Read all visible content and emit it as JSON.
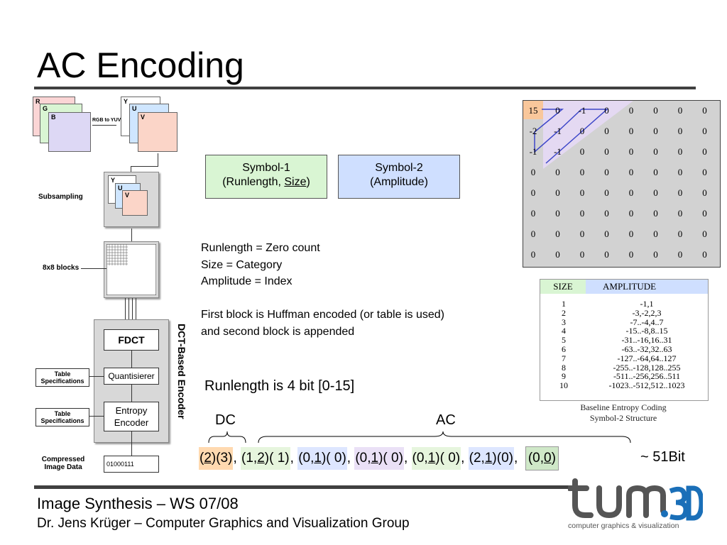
{
  "title": "AC Encoding",
  "symbol1": {
    "line1": "Symbol-1",
    "line2_prefix": "(Runlength, ",
    "line2_under": "Size",
    "line2_suffix": ")"
  },
  "symbol2": {
    "line1": "Symbol-2",
    "line2": "(Amplitude)"
  },
  "definitions": [
    "Runlength = Zero count",
    "Size = Category",
    "Amplitude = Index",
    "",
    "First block is Huffman encoded (or table is used)",
    "and second block is appended"
  ],
  "runlength_note": "Runlength is 4 bit [0-15]",
  "dc_label": "DC",
  "ac_label": "AC",
  "bits_label": "~ 51Bit",
  "encoding": {
    "dc": [
      "(",
      "2",
      ")(3)"
    ],
    "ac": [
      [
        "(1,",
        "2",
        ")( 1)"
      ],
      [
        "(0,",
        "1",
        ")( 0)"
      ],
      [
        "(0,",
        "1",
        ")( 0)"
      ],
      [
        "(0,",
        "1",
        ")( 0)"
      ],
      [
        "(2,",
        "1",
        ")(0)"
      ]
    ],
    "eob": [
      "(0,",
      "0",
      ")"
    ]
  },
  "matrix": [
    [
      "15",
      "0",
      "-1",
      "0",
      "0",
      "0",
      "0",
      "0"
    ],
    [
      "-2",
      "-1",
      "0",
      "0",
      "0",
      "0",
      "0",
      "0"
    ],
    [
      "-1",
      "-1",
      "0",
      "0",
      "0",
      "0",
      "0",
      "0"
    ],
    [
      "0",
      "0",
      "0",
      "0",
      "0",
      "0",
      "0",
      "0"
    ],
    [
      "0",
      "0",
      "0",
      "0",
      "0",
      "0",
      "0",
      "0"
    ],
    [
      "0",
      "0",
      "0",
      "0",
      "0",
      "0",
      "0",
      "0"
    ],
    [
      "0",
      "0",
      "0",
      "0",
      "0",
      "0",
      "0",
      "0"
    ],
    [
      "0",
      "0",
      "0",
      "0",
      "0",
      "0",
      "0",
      "0"
    ]
  ],
  "size_table": {
    "header_size": "SIZE",
    "header_amp": "AMPLITUDE",
    "rows": [
      [
        "1",
        "-1,1"
      ],
      [
        "2",
        "-3,-2,2,3"
      ],
      [
        "3",
        "-7..-4,4..7"
      ],
      [
        "4",
        "-15..-8,8..15"
      ],
      [
        "5",
        "-31..-16,16..31"
      ],
      [
        "6",
        "-63..-32,32..63"
      ],
      [
        "7",
        "-127..-64,64..127"
      ],
      [
        "8",
        "-255..-128,128..255"
      ],
      [
        "9",
        "-511..-256,256..511"
      ],
      [
        "10",
        "-1023..-512,512..1023"
      ]
    ],
    "caption1": "Baseline Entropy Coding",
    "caption2": "Symbol-2 Structure"
  },
  "diagram": {
    "rgb": [
      "R",
      "G",
      "B"
    ],
    "rgb_to_yuv": "RGB to YUV",
    "yuv": [
      "Y",
      "U",
      "V"
    ],
    "subsampling": "Subsampling",
    "blocks8": "8x8 blocks",
    "fdct": "FDCT",
    "quant": "Quantisierer",
    "entropy1": "Entropy",
    "entropy2": "Encoder",
    "encoder_label": "DCT-Based Encoder",
    "table_spec1": "Table",
    "table_spec2": "Specifications",
    "compressed1": "Compressed",
    "compressed2": "Image Data",
    "bits": "01000111"
  },
  "footer": {
    "line1": "Image Synthesis – WS 07/08",
    "line2": "Dr. Jens Krüger – Computer Graphics and Visualization Group"
  },
  "logo": {
    "text": "tum.3D",
    "tagline": "computer graphics & visualization"
  }
}
